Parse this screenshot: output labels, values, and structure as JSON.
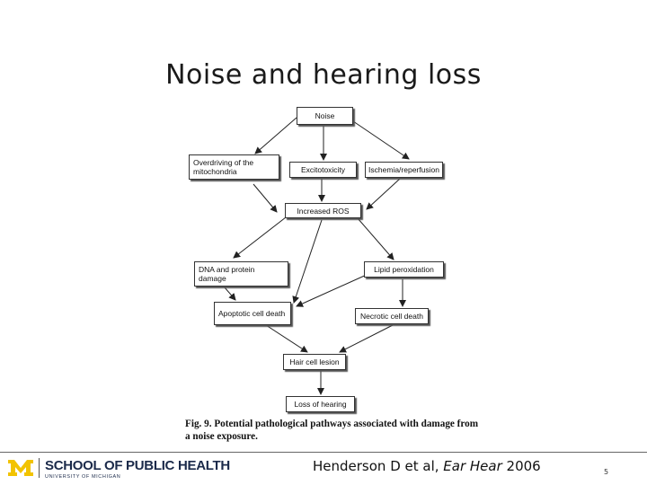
{
  "title": "Noise and hearing loss",
  "nodes": {
    "noise": "Noise",
    "overdriving": "Overdriving of the mitochondria",
    "excitotoxicity": "Excitotoxicity",
    "ischemia": "Ischemia/reperfusion",
    "ros": "Increased ROS",
    "dna": "DNA and protein damage",
    "lipid": "Lipid peroxidation",
    "apoptotic": "Apoptotic cell death",
    "necrotic": "Necrotic cell death",
    "haircell": "Hair cell lesion",
    "hearing": "Loss of hearing"
  },
  "caption": "Fig. 9. Potential pathological pathways associated with damage from a noise exposure.",
  "footer": {
    "logo_main": "SCHOOL OF PUBLIC HEALTH",
    "logo_sub": "UNIVERSITY OF MICHIGAN",
    "citation_prefix": "Henderson D et al, ",
    "citation_journal": "Ear Hear",
    "citation_year": " 2006",
    "page_number": "5"
  },
  "colors": {
    "brand_navy": "#1b2a4a",
    "brand_maize": "#f2c300"
  },
  "icons": [
    "university-m-logo"
  ]
}
